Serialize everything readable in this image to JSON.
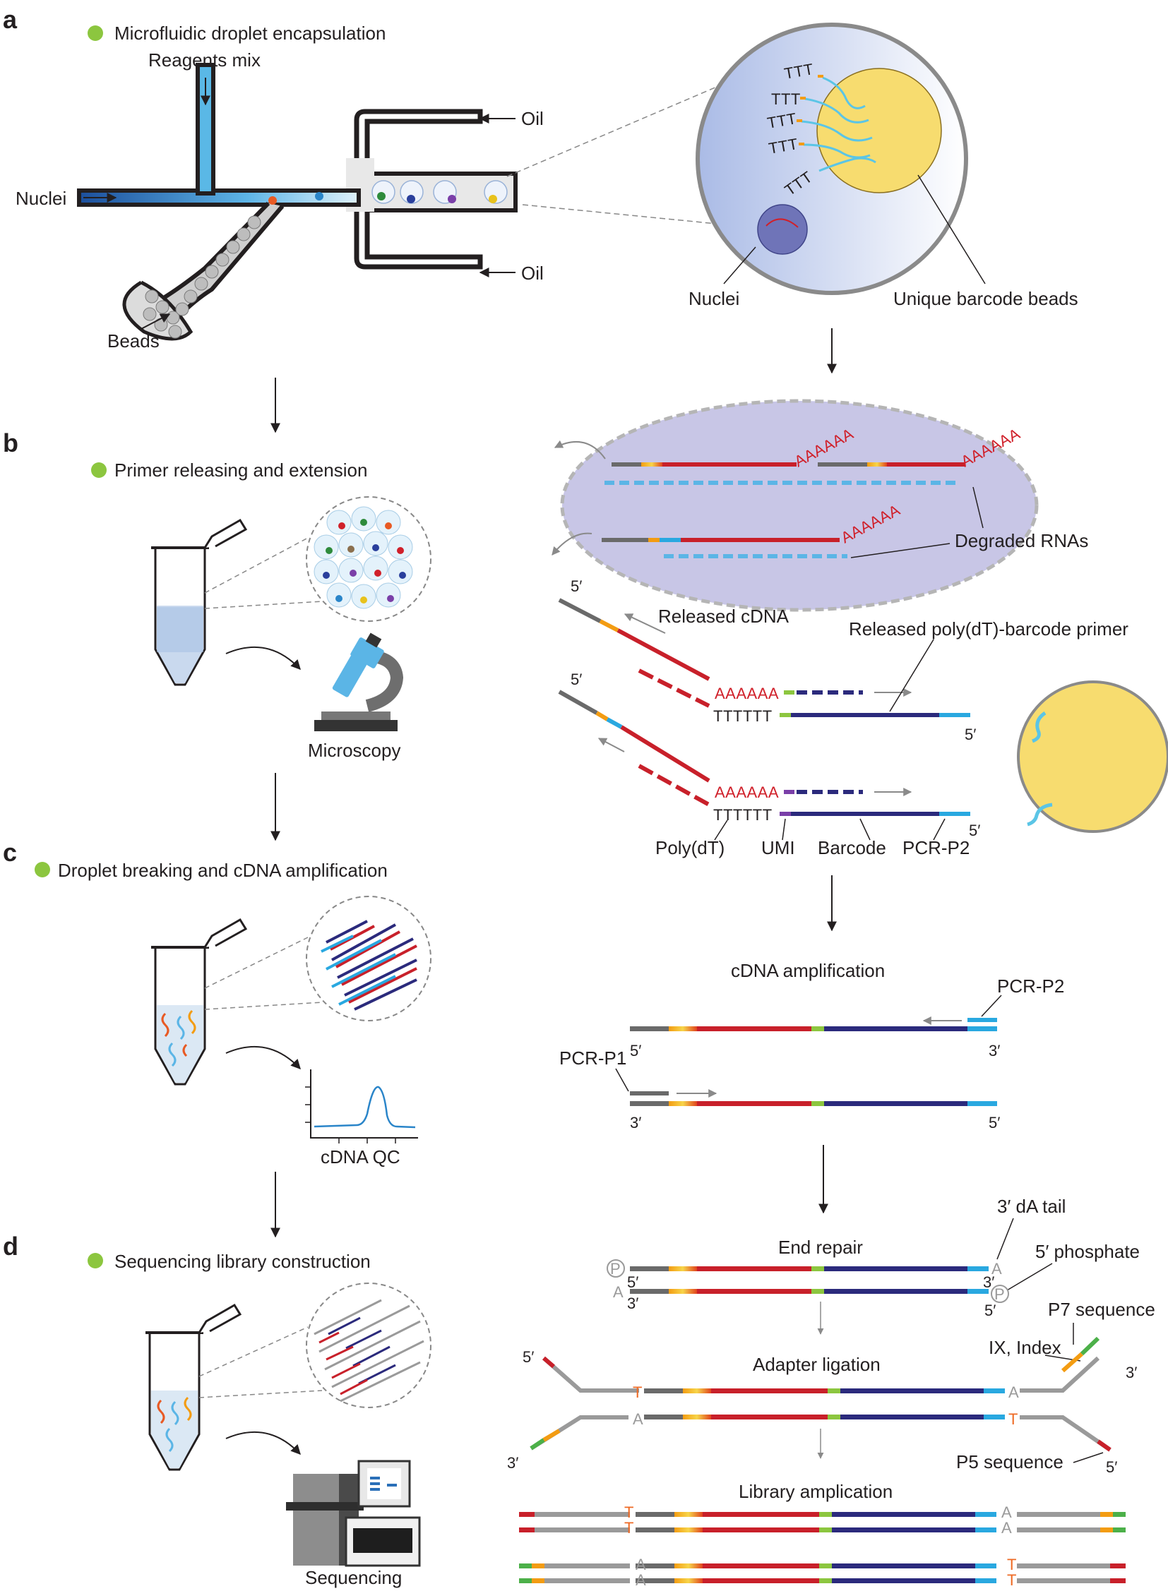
{
  "panels": {
    "a": {
      "letter": "a",
      "title": "Microfluidic droplet encapsulation",
      "reagents": "Reagents mix",
      "nuclei_in": "Nuclei",
      "beads": "Beads",
      "oil_top": "Oil",
      "oil_bottom": "Oil",
      "droplet_nuclei": "Nuclei",
      "droplet_beads": "Unique barcode beads",
      "ttt": "TTT"
    },
    "b": {
      "letter": "b",
      "title": "Primer releasing and extension",
      "microscopy": "Microscopy",
      "polyA": "AAAAAA",
      "degraded": "Degraded RNAs",
      "released_cdna": "Released cDNA",
      "released_primer": "Released poly(dT)-barcode primer",
      "polyT": "TTTTTT",
      "five_prime": "5′",
      "polydt": "Poly(dT)",
      "umi": "UMI",
      "barcode": "Barcode",
      "pcrp2": "PCR-P2"
    },
    "c": {
      "letter": "c",
      "title": "Droplet breaking and cDNA amplification",
      "qc": "cDNA QC",
      "amp": "cDNA amplification",
      "pcrp2": "PCR-P2",
      "pcrp1": "PCR-P1",
      "five_prime": "5′",
      "three_prime": "3′"
    },
    "d": {
      "letter": "d",
      "title": "Sequencing library construction",
      "sequencing": "Sequencing",
      "end_repair": "End repair",
      "da_tail": "3′ dA tail",
      "phosphate": "5′ phosphate",
      "p7": "P7 sequence",
      "index": "IX, Index",
      "adapter": "Adapter ligation",
      "p5": "P5 sequence",
      "lib_amp": "Library amplication",
      "five_prime": "5′",
      "three_prime": "3′",
      "A": "A",
      "T": "T",
      "P": "P"
    }
  },
  "colors": {
    "bullet": "#8cc63f",
    "red": "#c8202a",
    "navy": "#2b2a7c",
    "blue": "#29a8e0",
    "grey": "#5a5a5a",
    "yellow": "#f7dc6f",
    "lavender": "#b9b8e0"
  }
}
